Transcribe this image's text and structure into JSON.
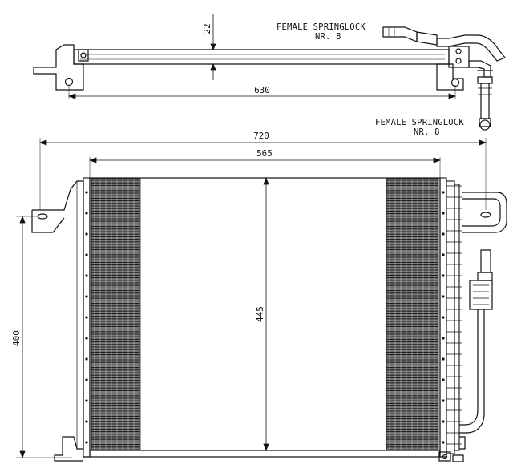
{
  "notes": {
    "top_connector_line1": "FEMALE SPRINGLOCK",
    "top_connector_line2": "NR. 8",
    "side_connector_line1": "FEMALE SPRINGLOCK",
    "side_connector_line2": "NR. 8"
  },
  "dimensions": {
    "tube_diameter": "22",
    "mount_span": "630",
    "overall_width": "720",
    "core_width": "565",
    "core_height": "445",
    "mount_height": "400"
  },
  "colors": {
    "line": "#111111",
    "fin_fill": "#7a7a7a",
    "background": "#ffffff"
  }
}
